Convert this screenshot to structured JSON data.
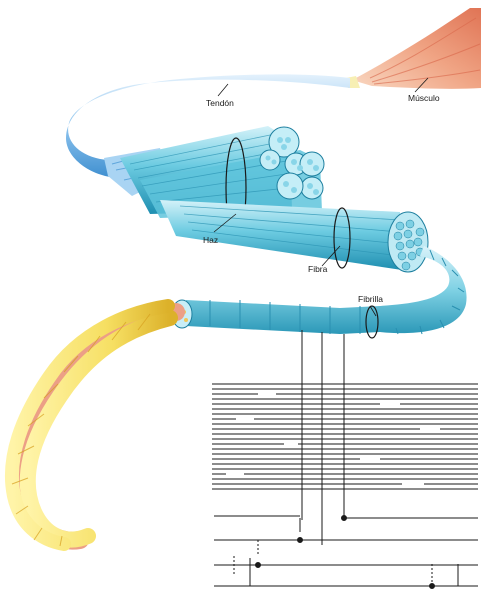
{
  "labels": {
    "tendon": "Tendón",
    "muscle": "Músculo",
    "bundle": "Haz",
    "fiber": "Fibra",
    "fibril": "Fibrilla"
  },
  "colors": {
    "tendon_light": "#cfe6f8",
    "tendon_mid": "#8ec4ee",
    "tendon_dark": "#3f8fd0",
    "cyan_light": "#bfeaf4",
    "cyan_mid": "#5cc3dc",
    "cyan_dark": "#1c8fb0",
    "muscle_light": "#f7c4a3",
    "muscle_dark": "#e2795a",
    "rope_yellow": "#f6e06a",
    "rope_yellow_dark": "#e0b62e",
    "rope_pink": "#ec9f86",
    "ink": "#1a1a1a"
  }
}
